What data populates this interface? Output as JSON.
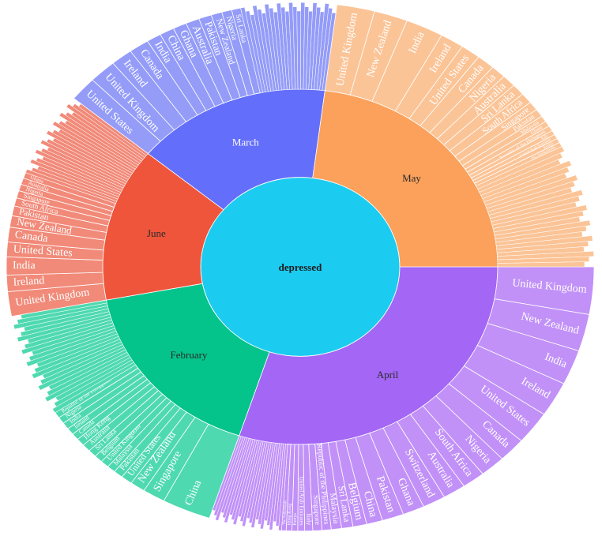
{
  "chart_data": {
    "type": "sunburst",
    "root": {
      "label": "depressed",
      "color": "#1ccbf0"
    },
    "months": [
      {
        "label": "April",
        "color": "#a466f5",
        "child_color": "#c191f8",
        "value": 30,
        "children": [
          {
            "label": "United Kingdom",
            "value": 2.3
          },
          {
            "label": "New Zealand",
            "value": 1.8
          },
          {
            "label": "India",
            "value": 1.7
          },
          {
            "label": "Ireland",
            "value": 1.7
          },
          {
            "label": "United States",
            "value": 1.6
          },
          {
            "label": "Canada",
            "value": 1.2
          },
          {
            "label": "Nigeria",
            "value": 1.1
          },
          {
            "label": "South Africa",
            "value": 1.0
          },
          {
            "label": "Australia",
            "value": 1.0
          },
          {
            "label": "Switzerland",
            "value": 1.0
          },
          {
            "label": "Ghana",
            "value": 0.95
          },
          {
            "label": "Pakistan",
            "value": 0.95
          },
          {
            "label": "China",
            "value": 0.7
          },
          {
            "label": "Belgium",
            "value": 0.6
          },
          {
            "label": "Sri Lanka",
            "value": 0.5
          },
          {
            "label": "Malaysia",
            "value": 0.45
          },
          {
            "label": "Republic of the Philippines",
            "value": 0.4
          },
          {
            "label": "Singapore",
            "value": 0.4
          },
          {
            "label": "Italy",
            "value": 0.35
          },
          {
            "label": "United Arab Emirates",
            "value": 0.3
          },
          {
            "label": "Kenya",
            "value": 0.25
          },
          {
            "label": "Hong Kong",
            "value": 0.25
          },
          {
            "label": "The Netherlands",
            "value": 0.2
          },
          {
            "label": "",
            "value": 3.17
          }
        ]
      },
      {
        "label": "February",
        "color": "#04c48c",
        "child_color": "#4fd9b0",
        "value": 17,
        "children": [
          {
            "label": "China",
            "value": 2.6
          },
          {
            "label": "Singapore",
            "value": 1.2
          },
          {
            "label": "New Zealand",
            "value": 0.8
          },
          {
            "label": "United States",
            "value": 0.6
          },
          {
            "label": "Pakistan",
            "value": 0.5
          },
          {
            "label": "Malaysia",
            "value": 0.45
          },
          {
            "label": "United Kingdom",
            "value": 0.45
          },
          {
            "label": "Belgium",
            "value": 0.45
          },
          {
            "label": "Sri Lanka",
            "value": 0.45
          },
          {
            "label": "Australia",
            "value": 0.45
          },
          {
            "label": "Hong Kong",
            "value": 0.45
          },
          {
            "label": "Canada",
            "value": 0.4
          },
          {
            "label": "Ireland",
            "value": 0.4
          },
          {
            "label": "India",
            "value": 0.4
          },
          {
            "label": "Nigeria",
            "value": 0.4
          },
          {
            "label": "Republic of the Philippines",
            "value": 0.35
          },
          {
            "label": "",
            "value": 6.1
          }
        ]
      },
      {
        "label": "June",
        "color": "#ef553b",
        "child_color": "#f18a79",
        "value": 14,
        "children": [
          {
            "label": "United Kingdom",
            "value": 1.5
          },
          {
            "label": "Ireland",
            "value": 1.0
          },
          {
            "label": "India",
            "value": 1.1
          },
          {
            "label": "United States",
            "value": 0.9
          },
          {
            "label": "Canada",
            "value": 0.9
          },
          {
            "label": "New Zealand",
            "value": 0.7
          },
          {
            "label": "Pakistan",
            "value": 0.6
          },
          {
            "label": "South Africa",
            "value": 0.5
          },
          {
            "label": "Singapore",
            "value": 0.45
          },
          {
            "label": "Nigeria",
            "value": 0.4
          },
          {
            "label": "Australia",
            "value": 0.4
          },
          {
            "label": "Ghana",
            "value": 0.35
          },
          {
            "label": "",
            "value": 5.2
          }
        ]
      },
      {
        "label": "March",
        "color": "#636efa",
        "child_color": "#949cf8",
        "value": 16,
        "children": [
          {
            "label": "United States",
            "value": 1.5
          },
          {
            "label": "United Kingdom",
            "value": 1.5
          },
          {
            "label": "Ireland",
            "value": 1.2
          },
          {
            "label": "Canada",
            "value": 1.1
          },
          {
            "label": "India",
            "value": 0.8
          },
          {
            "label": "China",
            "value": 0.8
          },
          {
            "label": "Ghana",
            "value": 0.75
          },
          {
            "label": "Australia",
            "value": 0.75
          },
          {
            "label": "Pakistan",
            "value": 0.7
          },
          {
            "label": "New Zealand",
            "value": 0.6
          },
          {
            "label": "Nigeria",
            "value": 0.55
          },
          {
            "label": "Sri Lanka",
            "value": 0.5
          },
          {
            "label": "",
            "value": 5.25
          }
        ]
      },
      {
        "label": "May",
        "color": "#fba15b",
        "child_color": "#fbc497",
        "value": 23,
        "children": [
          {
            "label": "United Kingdom",
            "value": 1.9
          },
          {
            "label": "New Zealand",
            "value": 1.7
          },
          {
            "label": "India",
            "value": 1.9
          },
          {
            "label": "Ireland",
            "value": 1.2
          },
          {
            "label": "United States",
            "value": 1.0
          },
          {
            "label": "Canada",
            "value": 0.9
          },
          {
            "label": "Nigeria",
            "value": 0.75
          },
          {
            "label": "Australia",
            "value": 0.7
          },
          {
            "label": "Sri Lanka",
            "value": 0.65
          },
          {
            "label": "South Africa",
            "value": 0.6
          },
          {
            "label": "Singapore",
            "value": 0.5
          },
          {
            "label": "Pakistan",
            "value": 0.45
          },
          {
            "label": "Malaysia",
            "value": 0.35
          },
          {
            "label": "Ghana",
            "value": 0.3
          },
          {
            "label": "Republic of the Philippines",
            "value": 0.3
          },
          {
            "label": "Italy",
            "value": 0.25
          },
          {
            "label": "United Arab Emirates",
            "value": 0.25
          },
          {
            "label": "Kenya",
            "value": 0.25
          },
          {
            "label": "The Netherlands",
            "value": 0.25
          },
          {
            "label": "",
            "value": 6.9
          }
        ]
      }
    ]
  }
}
